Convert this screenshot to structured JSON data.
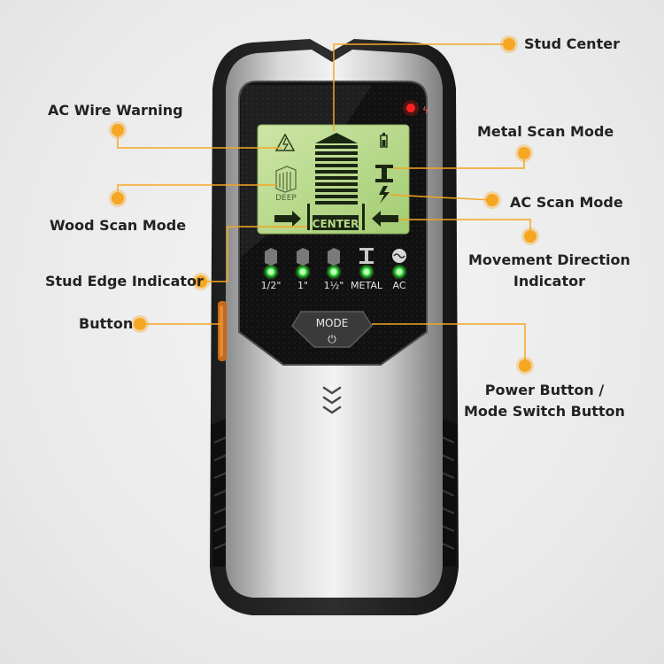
{
  "annotations": {
    "stud_center": "Stud Center",
    "ac_wire_warning": "AC Wire Warning",
    "metal_scan_mode": "Metal Scan Mode",
    "wood_scan_mode": "Wood Scan Mode",
    "ac_scan_mode": "AC Scan Mode",
    "movement_direction_line1": "Movement Direction",
    "movement_direction_line2": "Indicator",
    "stud_edge_indicator": "Stud Edge Indicator",
    "button": "Button",
    "power_button_line1": "Power Button /",
    "power_button_line2": "Mode Switch Button"
  },
  "device": {
    "lcd_deep_label": "DEEP",
    "lcd_center_label": "CENTER",
    "mode_button_label": "MODE",
    "power_symbol": "⏻",
    "bolt_symbol": "ϟ",
    "led_labels": [
      "1/2\"",
      "1\"",
      "1½\"",
      "METAL",
      "AC"
    ]
  },
  "colors": {
    "accent": "#f5a623",
    "lcd_green": "#b7d888",
    "led_green": "#3be03b",
    "indicator_red": "#ff2020"
  }
}
